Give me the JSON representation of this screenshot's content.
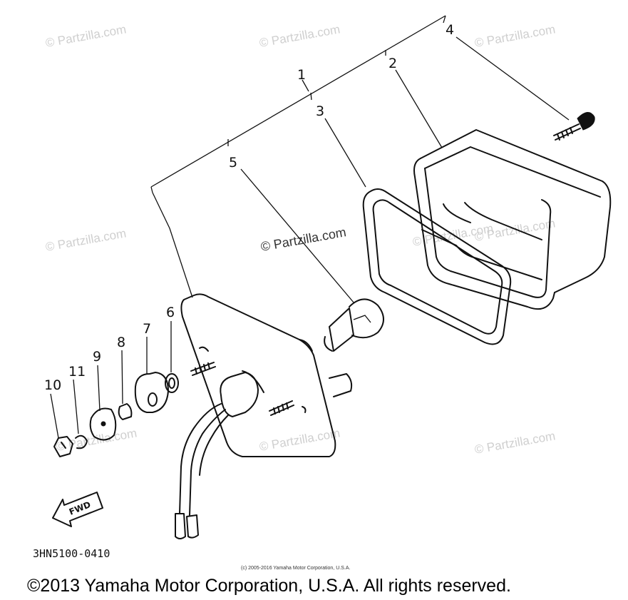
{
  "watermarks": [
    "© Partzilla.com",
    "© Partzilla.com",
    "© Partzilla.com",
    "© Partzilla.com",
    "© Partzilla.com",
    "© Partzilla.com",
    "© Partzilla.com",
    "© Partzilla.com",
    "© Partzilla.com",
    "© Partzilla.com"
  ],
  "callouts": [
    "1",
    "2",
    "3",
    "4",
    "5",
    "6",
    "7",
    "8",
    "9",
    "10",
    "11"
  ],
  "direction_label": "FWD",
  "diagram_code": "3HN5100-0410",
  "small_copyright": "(c) 2005-2016 Yamaha Motor Corporation, U.S.A.",
  "footer_copyright": "©2013 Yamaha Motor Corporation, U.S.A. All rights reserved.",
  "colors": {
    "ink": "#111111",
    "watermark": "#cfcfcf",
    "background": "#ffffff"
  }
}
